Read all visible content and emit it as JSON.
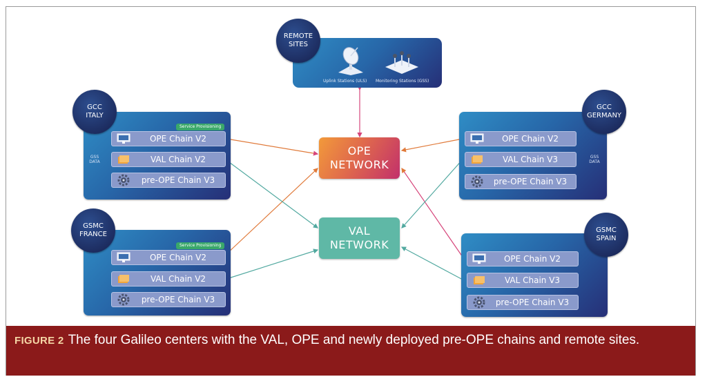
{
  "remote_sites": {
    "badge": "REMOTE\nSITES",
    "uplink_label": "Uplink Stations (ULS)",
    "monitoring_label": "Monitoring Stations (GSS)"
  },
  "centers": {
    "italy": {
      "badge": "GCC\nITALY",
      "tag": "Service Provisioning",
      "gss": "GSS\nDATA",
      "chains": [
        "OPE Chain V2",
        "VAL Chain V2",
        "pre-OPE Chain V3"
      ]
    },
    "germany": {
      "badge": "GCC\nGERMANY",
      "gss": "GSS\nDATA",
      "chains": [
        "OPE Chain V2",
        "VAL Chain V3",
        "pre-OPE Chain V3"
      ]
    },
    "france": {
      "badge": "GSMC\nFRANCE",
      "tag": "Service Provisioning",
      "chains": [
        "OPE Chain V2",
        "VAL Chain V2",
        "pre-OPE Chain V3"
      ]
    },
    "spain": {
      "badge": "GSMC\nSPAIN",
      "chains": [
        "OPE Chain V2",
        "VAL Chain V3",
        "pre-OPE Chain V3"
      ]
    }
  },
  "networks": {
    "ope": "OPE\nNETWORK",
    "val": "VAL\nNETWORK"
  },
  "caption": {
    "figure_label": "FIGURE 2",
    "text": "The four Galileo centers with the VAL, OPE and newly deployed pre-OPE chains and remote sites."
  },
  "colors": {
    "ope_network_gradient": [
      "#f29a3a",
      "#c2306b"
    ],
    "val_network": "#5fb8a6",
    "caption_bg": "#8b1a1a",
    "center_box": "#2766a8"
  }
}
